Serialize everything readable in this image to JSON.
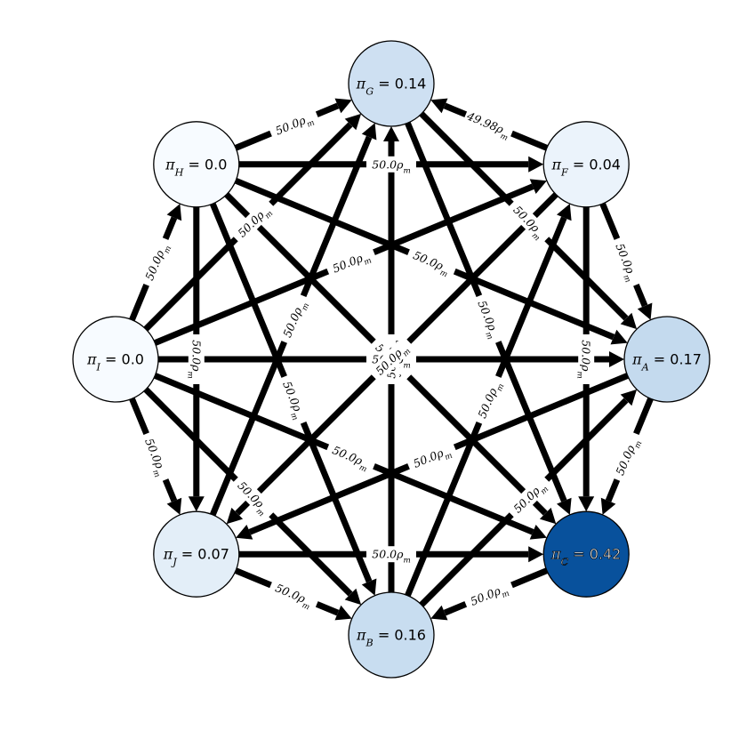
{
  "nodes": [
    {
      "id": "G",
      "label": "π_G = 0.14",
      "value": 0.14
    },
    {
      "id": "F",
      "label": "π_F = 0.04",
      "value": 0.04
    },
    {
      "id": "A",
      "label": "π_A = 0.17",
      "value": 0.17
    },
    {
      "id": "C",
      "label": "π_C = 0.42",
      "value": 0.42
    },
    {
      "id": "B",
      "label": "π_B = 0.16",
      "value": 0.16
    },
    {
      "id": "J",
      "label": "π_J = 0.07",
      "value": 0.07
    },
    {
      "id": "I",
      "label": "π_I = 0.0",
      "value": 0.0
    },
    {
      "id": "H",
      "label": "π_H = 0.0",
      "value": 0.0
    }
  ],
  "edges": [
    {
      "from": "H",
      "to": "G",
      "label": "50.0ρ_m"
    },
    {
      "from": "F",
      "to": "G",
      "label": "49.98ρ_m"
    },
    {
      "from": "I",
      "to": "H",
      "label": "50.0ρ_m"
    },
    {
      "from": "F",
      "to": "A",
      "label": "50.0ρ_m"
    },
    {
      "from": "I",
      "to": "J",
      "label": "50.0ρ_m"
    },
    {
      "from": "A",
      "to": "C",
      "label": "50.0ρ_m"
    },
    {
      "from": "J",
      "to": "B",
      "label": "50.0ρ_m"
    },
    {
      "from": "C",
      "to": "B",
      "label": "50.0ρ_m"
    },
    {
      "from": "H",
      "to": "F",
      "label": "50.0ρ_m"
    },
    {
      "from": "H",
      "to": "A",
      "label": "50.0ρ_m"
    },
    {
      "from": "H",
      "to": "J",
      "label": "50.0ρ_m"
    },
    {
      "from": "H",
      "to": "B",
      "label": "50.0ρ_m"
    },
    {
      "from": "H",
      "to": "C",
      "label": "50.0ρ_m"
    },
    {
      "from": "I",
      "to": "G",
      "label": "50.0ρ_m"
    },
    {
      "from": "I",
      "to": "F",
      "label": "50.0ρ_m"
    },
    {
      "from": "I",
      "to": "A",
      "label": "50.0ρ_m"
    },
    {
      "from": "I",
      "to": "C",
      "label": "50.0ρ_m"
    },
    {
      "from": "I",
      "to": "B",
      "label": "50.0ρ_m"
    },
    {
      "from": "J",
      "to": "G",
      "label": "50.0ρ_m"
    },
    {
      "from": "J",
      "to": "C",
      "label": "50.0ρ_m"
    },
    {
      "from": "B",
      "to": "G",
      "label": "50.0ρ_m"
    },
    {
      "from": "B",
      "to": "F",
      "label": "50.0ρ_m"
    },
    {
      "from": "G",
      "to": "A",
      "label": "50.0ρ_m"
    },
    {
      "from": "G",
      "to": "C",
      "label": "50.0ρ_m"
    },
    {
      "from": "F",
      "to": "J",
      "label": "50.0ρ_m"
    },
    {
      "from": "F",
      "to": "C",
      "label": "50.0ρ_m"
    },
    {
      "from": "A",
      "to": "J",
      "label": "50.0ρ_m"
    },
    {
      "from": "B",
      "to": "A",
      "label": "50.0ρ_m"
    }
  ],
  "color_scale": {
    "low": "#f7fbff",
    "mid": "#c6dbef",
    "high": "#08519c"
  }
}
